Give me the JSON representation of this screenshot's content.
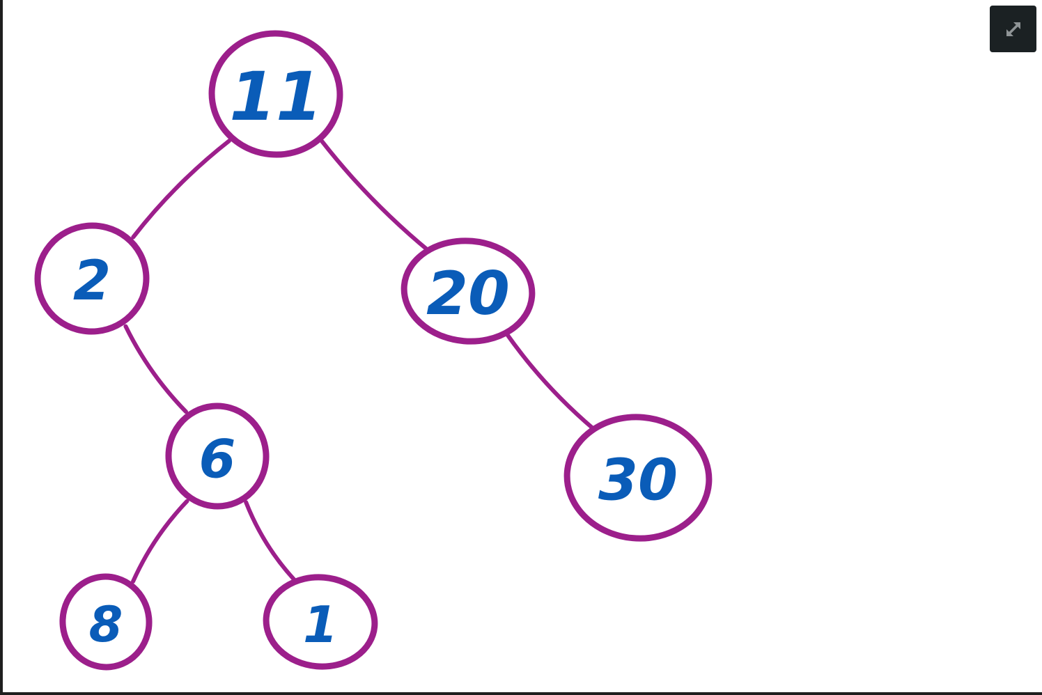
{
  "diagram": {
    "type": "binary-tree",
    "nodes": [
      {
        "id": "n11",
        "label": "11"
      },
      {
        "id": "n2",
        "label": "2"
      },
      {
        "id": "n20",
        "label": "20"
      },
      {
        "id": "n6",
        "label": "6"
      },
      {
        "id": "n30",
        "label": "30"
      },
      {
        "id": "n8",
        "label": "8"
      },
      {
        "id": "n1",
        "label": "1"
      }
    ],
    "edges": [
      {
        "from": "n11",
        "to": "n2"
      },
      {
        "from": "n11",
        "to": "n20"
      },
      {
        "from": "n2",
        "to": "n6"
      },
      {
        "from": "n20",
        "to": "n30"
      },
      {
        "from": "n6",
        "to": "n8"
      },
      {
        "from": "n6",
        "to": "n1"
      }
    ],
    "colors": {
      "node_stroke": "#9c1f8b",
      "label": "#0a5cb8"
    }
  },
  "controls": {
    "expand_icon": "expand-arrows-icon",
    "button_bg": "#1b2123"
  }
}
